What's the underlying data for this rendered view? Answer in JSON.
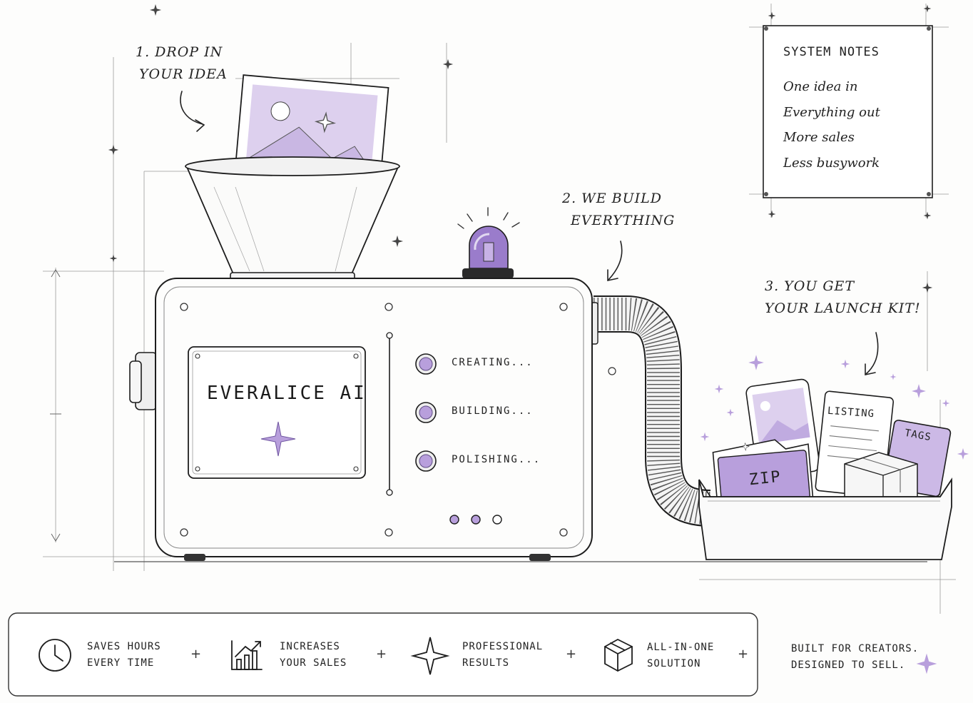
{
  "steps": {
    "step1": [
      "1. DROP IN",
      "YOUR IDEA"
    ],
    "step2": [
      "2. WE BUILD",
      "EVERYTHING"
    ],
    "step3": [
      "3. YOU GET",
      "YOUR LAUNCH KIT!"
    ]
  },
  "system_notes": {
    "title": "SYSTEM NOTES",
    "items": [
      "One idea in",
      "Everything out",
      "More sales",
      "Less busywork"
    ]
  },
  "machine": {
    "brand": "EVERALICE AI",
    "statuses": [
      "CREATING...",
      "BUILDING...",
      "POLISHING..."
    ]
  },
  "launch_kit": {
    "listing": "LISTING",
    "tags": "TAGS",
    "zip": "ZIP"
  },
  "benefits": [
    {
      "icon": "clock-icon",
      "line1": "SAVES HOURS",
      "line2": "EVERY TIME"
    },
    {
      "icon": "growth-chart-icon",
      "line1": "INCREASES",
      "line2": "YOUR SALES"
    },
    {
      "icon": "sparkle-icon",
      "line1": "PROFESSIONAL",
      "line2": "RESULTS"
    },
    {
      "icon": "box-icon",
      "line1": "ALL-IN-ONE",
      "line2": "SOLUTION"
    }
  ],
  "tagline": [
    "BUILT FOR CREATORS.",
    "DESIGNED TO SELL."
  ],
  "colors": {
    "ink": "#1d1d1d",
    "accent_purple": "#b89fdc",
    "light_purple": "#ddd0ee",
    "deep_purple": "#9a7ccb",
    "paper": "#fdfdfc"
  }
}
